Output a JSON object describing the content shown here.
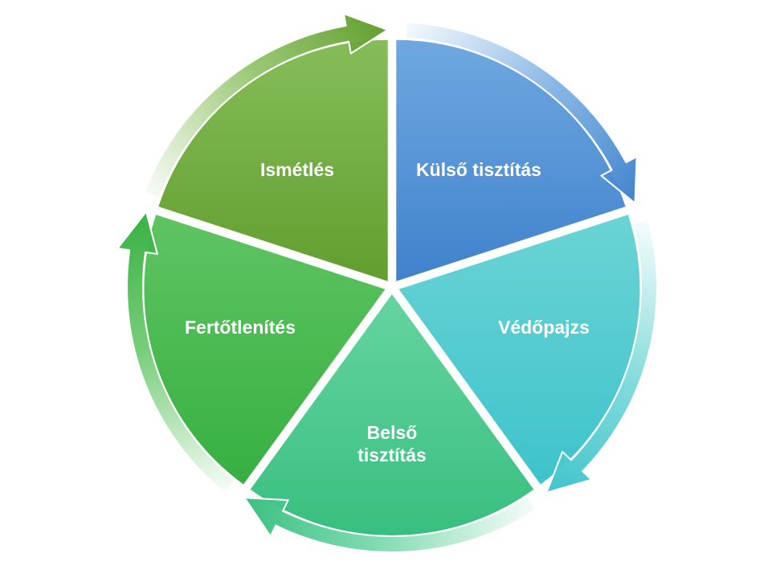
{
  "diagram": {
    "segments": [
      {
        "id": "kulso",
        "label_lines": [
          "Külső tisztítás"
        ],
        "color_light": "#6fa8e0",
        "color_dark": "#3f82cc"
      },
      {
        "id": "vedopajzs",
        "label_lines": [
          "Védőpajzs"
        ],
        "color_light": "#6ad4d4",
        "color_dark": "#3ec3cc"
      },
      {
        "id": "belso",
        "label_lines": [
          "Belső",
          "tisztítás"
        ],
        "color_light": "#66d4a0",
        "color_dark": "#38bf80"
      },
      {
        "id": "fertotlenites",
        "label_lines": [
          "Fertőtlenítés"
        ],
        "color_light": "#5fc462",
        "color_dark": "#36b040"
      },
      {
        "id": "ismetles",
        "label_lines": [
          "Ismétlés"
        ],
        "color_light": "#86bd5a",
        "color_dark": "#629e2e"
      }
    ]
  }
}
